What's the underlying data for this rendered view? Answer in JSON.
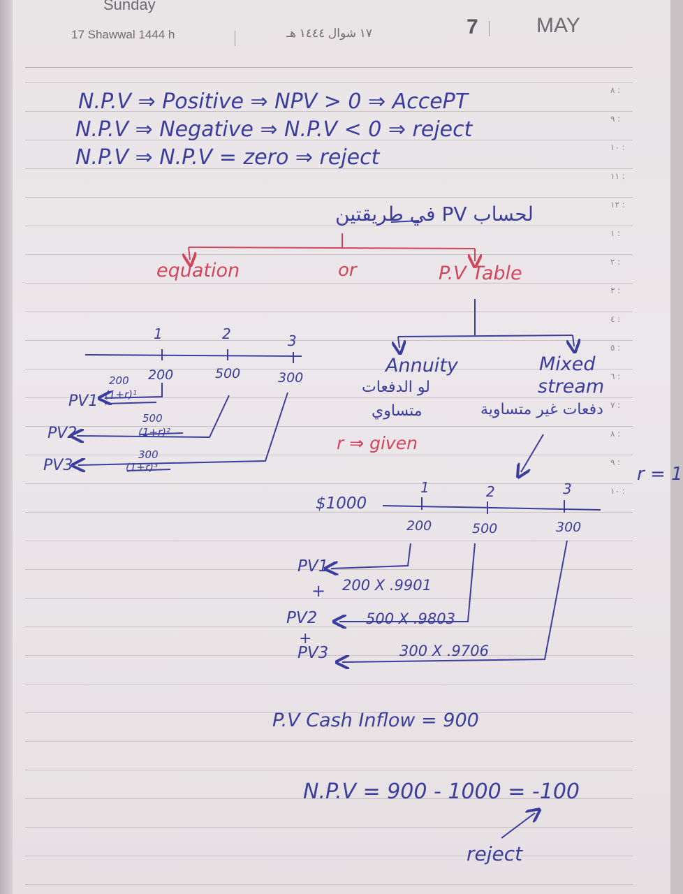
{
  "header": {
    "day": "Sunday",
    "hijri_en": "17 Shawwal 1444 h",
    "hijri_ar": "١٧ شوال ١٤٤٤ هـ",
    "day_num": "7",
    "month": "MAY"
  },
  "hour_marks": [
    "٨",
    "٩",
    "١٠",
    "١١",
    "١٢",
    "١",
    "٢",
    "٣",
    "٤",
    "٥",
    "٦",
    "٧",
    "٨",
    "٩",
    "١٠"
  ],
  "npv_rules": [
    "N.P.V ⇒ Positive ⇒ NPV > 0 ⇒ AccePT",
    "N.P.V ⇒ Negative ⇒ N.P.V < 0 ⇒ reject",
    "N.P.V ⇒ N.P.V = zero ⇒ reject"
  ],
  "pv_title": "لحساب PV في طريقتين",
  "methods": {
    "left": "equation",
    "mid": "or",
    "right": "P.V Table"
  },
  "table_types": {
    "annuity": "Annuity",
    "annuity_ar_1": "لو الدفعات",
    "annuity_ar_2": "متساوي",
    "mixed_1": "Mixed",
    "mixed_2": "stream",
    "mixed_ar": "دفعات غير متساوية"
  },
  "r_given": "r ⇒ given",
  "r_side": "r = 1",
  "timeline_left": {
    "periods": [
      "1",
      "2",
      "3"
    ],
    "values": [
      "200",
      "500",
      "300"
    ],
    "pv_labels": [
      "PV1",
      "PV2",
      "PV3"
    ],
    "fractions": [
      {
        "num": "200",
        "den": "(1+r)¹"
      },
      {
        "num": "500",
        "den": "(1+r)²"
      },
      {
        "num": "300",
        "den": "(1+r)³"
      }
    ]
  },
  "timeline_right": {
    "initial": "$1000",
    "periods": [
      "1",
      "2",
      "3"
    ],
    "values": [
      "200",
      "500",
      "300"
    ],
    "pv_labels": [
      "PV1",
      "PV2",
      "PV3"
    ],
    "plus": "+",
    "products": [
      "200 X .9901",
      "500 X .9803",
      "300 X .9706"
    ]
  },
  "result_inflow": "P.V Cash Inflow = 900",
  "result_npv": "N.P.V = 900 - 1000 = -100",
  "verdict": "reject"
}
